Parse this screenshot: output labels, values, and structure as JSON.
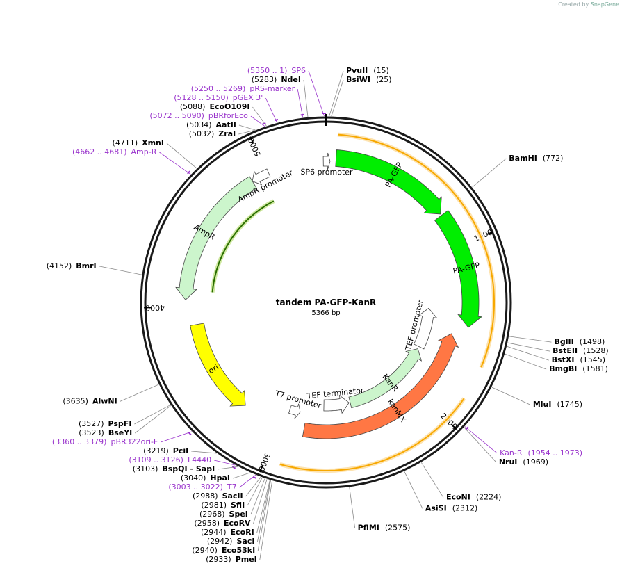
{
  "watermark": {
    "created_by": "Created by",
    "app": "SnapGene"
  },
  "plasmid": {
    "name": "tandem PA-GFP-KanR",
    "size": "5366 bp",
    "length": 5366
  },
  "ticks": [
    {
      "bp": 1000,
      "label": "1000"
    },
    {
      "bp": 2000,
      "label": "2000"
    },
    {
      "bp": 3000,
      "label": "3000"
    },
    {
      "bp": 4000,
      "label": "4000"
    },
    {
      "bp": 5000,
      "label": "5000"
    }
  ],
  "enzymes": [
    {
      "name": "PvuII",
      "pos": "(15)",
      "bp": 15
    },
    {
      "name": "BsiWI",
      "pos": "(25)",
      "bp": 25
    },
    {
      "name": "BamHI",
      "pos": "(772)",
      "bp": 772
    },
    {
      "name": "BglII",
      "pos": "(1498)",
      "bp": 1498
    },
    {
      "name": "BstEII",
      "pos": "(1528)",
      "bp": 1528
    },
    {
      "name": "BstXI",
      "pos": "(1545)",
      "bp": 1545
    },
    {
      "name": "BmgBI",
      "pos": "(1581)",
      "bp": 1581
    },
    {
      "name": "MluI",
      "pos": "(1745)",
      "bp": 1745
    },
    {
      "name": "NruI",
      "pos": "(1969)",
      "bp": 1969
    },
    {
      "name": "EcoNI",
      "pos": "(2224)",
      "bp": 2224
    },
    {
      "name": "AsiSI",
      "pos": "(2312)",
      "bp": 2312
    },
    {
      "name": "PflMI",
      "pos": "(2575)",
      "bp": 2575
    },
    {
      "name": "PmeI",
      "pos": "(2933)",
      "bp": 2933
    },
    {
      "name": "Eco53kI",
      "pos": "(2940)",
      "bp": 2940
    },
    {
      "name": "SacI",
      "pos": "(2942)",
      "bp": 2942
    },
    {
      "name": "EcoRI",
      "pos": "(2944)",
      "bp": 2944
    },
    {
      "name": "EcoRV",
      "pos": "(2958)",
      "bp": 2958
    },
    {
      "name": "SpeI",
      "pos": "(2968)",
      "bp": 2968
    },
    {
      "name": "SfiI",
      "pos": "(2981)",
      "bp": 2981
    },
    {
      "name": "SacII",
      "pos": "(2988)",
      "bp": 2988
    },
    {
      "name": "HpaI",
      "pos": "(3040)",
      "bp": 3040
    },
    {
      "name": "BspQI - SapI",
      "pos": "(3103)",
      "bp": 3103
    },
    {
      "name": "PciI",
      "pos": "(3219)",
      "bp": 3219
    },
    {
      "name": "BseYI",
      "pos": "(3523)",
      "bp": 3523
    },
    {
      "name": "PspFI",
      "pos": "(3527)",
      "bp": 3527
    },
    {
      "name": "AlwNI",
      "pos": "(3635)",
      "bp": 3635
    },
    {
      "name": "BmrI",
      "pos": "(4152)",
      "bp": 4152
    },
    {
      "name": "XmnI",
      "pos": "(4711)",
      "bp": 4711
    },
    {
      "name": "ZraI",
      "pos": "(5032)",
      "bp": 5032
    },
    {
      "name": "AatII",
      "pos": "(5034)",
      "bp": 5034
    },
    {
      "name": "EcoO109I",
      "pos": "(5088)",
      "bp": 5088
    },
    {
      "name": "NdeI",
      "pos": "(5283)",
      "bp": 5283
    }
  ],
  "primers": [
    {
      "name": "SP6",
      "range": "(5350 .. 1)",
      "bp": 5358
    },
    {
      "name": "pRS-marker",
      "range": "(5250 .. 5269)",
      "bp": 5260
    },
    {
      "name": "pGEX 3'",
      "range": "(5128 .. 5150)",
      "bp": 5139
    },
    {
      "name": "pBRforEco",
      "range": "(5072 .. 5090)",
      "bp": 5081
    },
    {
      "name": "Amp-R",
      "range": "(4662 .. 4681)",
      "bp": 4672
    },
    {
      "name": "pBR322ori-F",
      "range": "(3360 .. 3379)",
      "bp": 3370
    },
    {
      "name": "L4440",
      "range": "(3109 .. 3126)",
      "bp": 3118
    },
    {
      "name": "T7",
      "range": "(3003 .. 3022)",
      "bp": 3013
    },
    {
      "name": "Kan-R",
      "range": "(1954 .. 1973)",
      "bp": 1964
    }
  ],
  "features": [
    {
      "name": "SP6 promoter",
      "start": 5350,
      "end": 25,
      "strand": 1,
      "color": "#ffffff",
      "kind": "promoter"
    },
    {
      "name": "PA-GFP",
      "start": 60,
      "end": 780,
      "strand": 1,
      "color": "#00ee00",
      "kind": "cds"
    },
    {
      "name": "PA-GFP",
      "start": 790,
      "end": 1490,
      "strand": 1,
      "color": "#00ee00",
      "kind": "cds"
    },
    {
      "name": "TEF promoter",
      "start": 1390,
      "end": 1720,
      "strand": -1,
      "color": "#ffffff",
      "kind": "promoter"
    },
    {
      "name": "KanR",
      "start": 1740,
      "end": 2480,
      "strand": -1,
      "color": "#ccf5cc",
      "kind": "cds"
    },
    {
      "name": "kanMX",
      "start": 1550,
      "end": 2830,
      "strand": -1,
      "color": "#ff7744",
      "kind": "cds"
    },
    {
      "name": "TEF terminator",
      "start": 2490,
      "end": 2700,
      "strand": -1,
      "color": "#ffffff",
      "kind": "terminator"
    },
    {
      "name": "T7 promoter",
      "start": 2880,
      "end": 2960,
      "strand": -1,
      "color": "#ffffff",
      "kind": "promoter"
    },
    {
      "name": "ori",
      "start": 3250,
      "end": 3880,
      "strand": -1,
      "color": "#ffff00",
      "kind": "origin"
    },
    {
      "name": "AmpR",
      "start": 4040,
      "end": 4900,
      "strand": -1,
      "color": "#ccf5cc",
      "kind": "cds"
    },
    {
      "name": "AmpR promoter",
      "start": 4900,
      "end": 5010,
      "strand": -1,
      "color": "#ffffff",
      "kind": "promoter"
    },
    {
      "name": "",
      "start": 60,
      "end": 1680,
      "strand": 1,
      "color": "#f7a800",
      "kind": "orange-line"
    },
    {
      "name": "",
      "start": 1860,
      "end": 2920,
      "strand": -1,
      "color": "#f7a800",
      "kind": "orange-line"
    },
    {
      "name": "",
      "start": 4100,
      "end": 4960,
      "strand": -1,
      "color": "#2a6e00",
      "kind": "green-line"
    }
  ]
}
